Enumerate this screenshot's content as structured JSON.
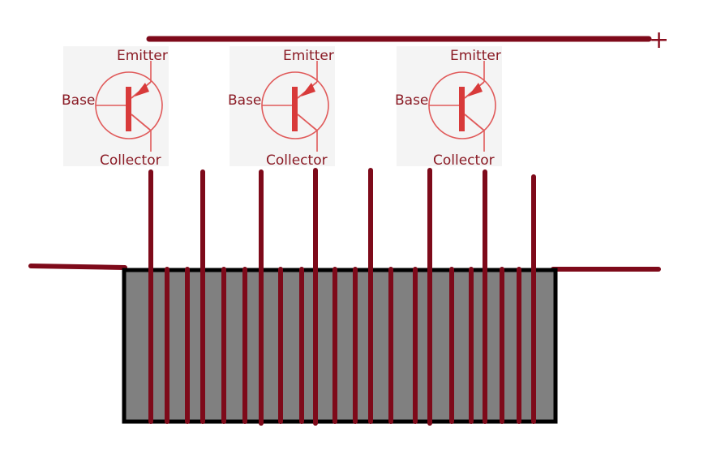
{
  "diagram": {
    "polarity_label": "+",
    "transistors": [
      {
        "emitter": "Emitter",
        "base": "Base",
        "collector": "Collector"
      },
      {
        "emitter": "Emitter",
        "base": "Base",
        "collector": "Collector"
      },
      {
        "emitter": "Emitter",
        "base": "Base",
        "collector": "Collector"
      }
    ],
    "colors": {
      "wire": "#7e0a1a",
      "symbol": "#e05a5a",
      "symbol_bar": "#d83a3a",
      "label": "#8a1a24",
      "coil_body": "#808080",
      "coil_border": "#000000",
      "background": "#ffffff"
    }
  }
}
